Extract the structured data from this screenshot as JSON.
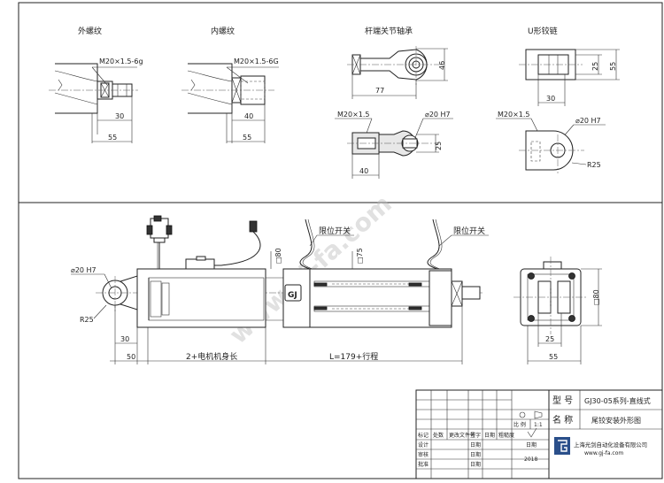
{
  "sections": {
    "external_thread": {
      "title": "外螺纹",
      "thread": "M20×1.5-6g",
      "dims": [
        "30",
        "55"
      ]
    },
    "internal_thread": {
      "title": "内螺纹",
      "thread": "M20×1.5-6G",
      "dims": [
        "40",
        "55"
      ]
    },
    "rod_end": {
      "title": "杆端关节轴承",
      "dims": [
        "46",
        "77"
      ],
      "thread": "M20×1.5",
      "bore": "⌀20 H7",
      "dims2": [
        "25",
        "40"
      ]
    },
    "clevis": {
      "title": "U形铰链",
      "dims": [
        "25",
        "55",
        "30"
      ],
      "thread": "M20×1.5",
      "bore": "⌀20 H7",
      "radius": "R25"
    }
  },
  "main_view": {
    "bore": "⌀20 H7",
    "radius": "R25",
    "limit_switch_1": "限位开关",
    "limit_switch_2": "限位开关",
    "sq80": "□80",
    "sq75": "□75",
    "dim_30": "30",
    "dim_50": "50",
    "motor_length": "2+电机机身长",
    "stroke_length": "L=179+行程"
  },
  "end_view": {
    "sq80": "□80",
    "dim_25": "25",
    "dim_55": "55"
  },
  "title_block": {
    "model_label": "型 号",
    "model_value": "GJ30-05系列-直线式",
    "name_label": "名 称",
    "name_value": "尾铰安装外形图",
    "scale_label": "比 例",
    "scale_value": "1:1",
    "header_cells": [
      "标记",
      "处数",
      "更改文件号",
      "签字",
      "日期",
      "粗糙度"
    ],
    "rows": [
      {
        "role": "设计",
        "date_label": "日期"
      },
      {
        "role": "审核",
        "date_label": "日期"
      },
      {
        "role": "批准",
        "date_label": "日期"
      }
    ],
    "right_date_label": "日期",
    "year": "2018",
    "company": "上海光剑自动化设备有限公司",
    "website": "www.gj-fa.com"
  }
}
